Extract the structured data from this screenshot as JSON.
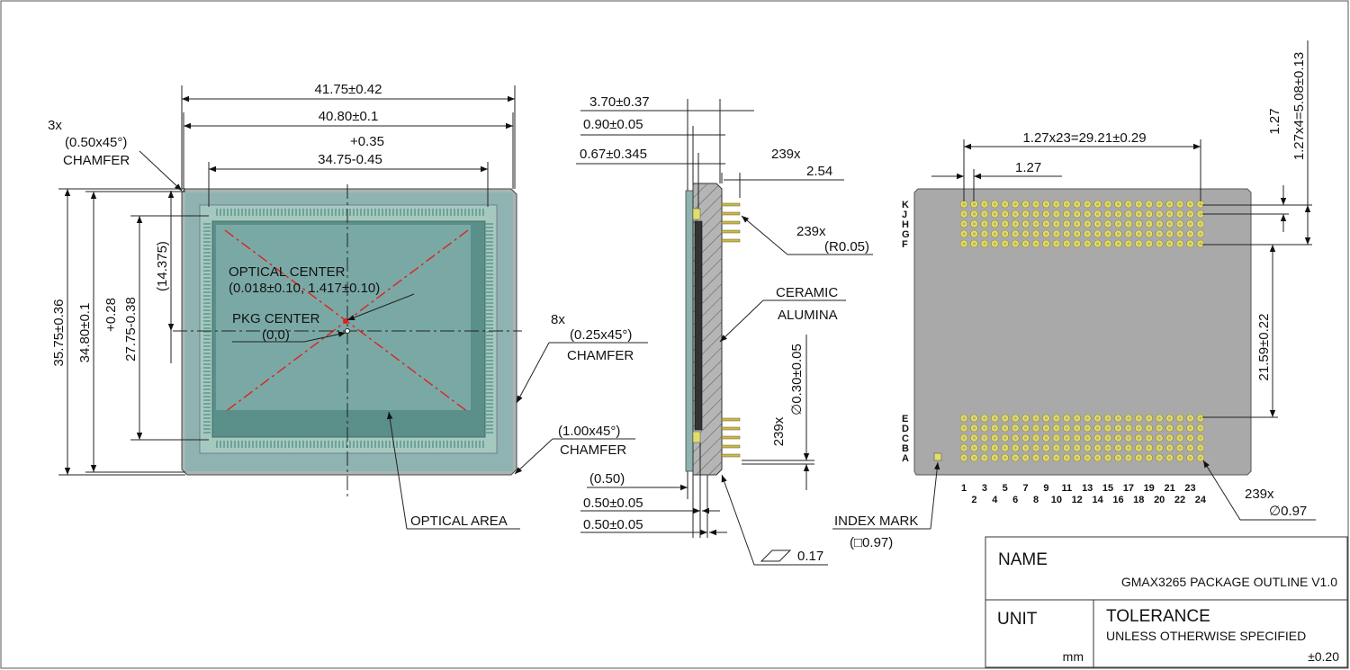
{
  "front_view": {
    "dim_total_width": "41.75±0.42",
    "dim_body_width": "40.80±0.1",
    "dim_inner_width_tol": "+0.35",
    "dim_inner_width": "34.75-0.45",
    "chamfer_corner_count": "3x",
    "chamfer_corner_size": "(0.50x45°)",
    "chamfer_corner_label": "CHAMFER",
    "dim_total_height": "35.75±0.36",
    "dim_body_height": "34.80±0.1",
    "dim_inner_height_tol": "+0.28",
    "dim_inner_height": "27.75-0.38",
    "dim_half_height": "(14.375)",
    "optical_center_label": "OPTICAL CENTER",
    "optical_center_value": "(0.018±0.10, 1.417±0.10)",
    "pkg_center_label": "PKG CENTER",
    "pkg_center_value": "(0,0)",
    "chamfer_edge_count": "8x",
    "chamfer_edge_size": "(0.25x45°)",
    "chamfer_edge_label": "CHAMFER",
    "chamfer_big_size": "(1.00x45°)",
    "chamfer_big_label": "CHAMFER",
    "optical_area_label": "OPTICAL AREA"
  },
  "side_view": {
    "dim_total_thickness": "3.70±0.37",
    "dim_glass": "0.90±0.05",
    "dim_cavity": "0.67±0.345",
    "pin_count": "239x",
    "pin_length": "2.54",
    "pin_radius_count": "239x",
    "pin_radius": "(R0.05)",
    "material_line1": "CERAMIC",
    "material_line2": "ALUMINA",
    "pin_dia_count": "239x",
    "pin_dia": "∅0.30±0.05",
    "dim_ref": "(0.50)",
    "dim_a": "0.50±0.05",
    "dim_b": "0.50±0.05",
    "flatness": "0.17"
  },
  "bottom_view": {
    "dim_pitch_span": "1.27x23=29.21±0.29",
    "dim_pitch": "1.27",
    "dim_row_pitch": "1.27",
    "dim_row_span": "1.27x4=5.08±0.13",
    "dim_group_gap": "21.59±0.22",
    "rows_top": [
      "K",
      "J",
      "H",
      "G",
      "F"
    ],
    "rows_bottom": [
      "E",
      "D",
      "C",
      "B",
      "A"
    ],
    "cols_odd": [
      "1",
      "3",
      "5",
      "7",
      "9",
      "11",
      "13",
      "15",
      "17",
      "19",
      "21",
      "23"
    ],
    "cols_even": [
      "2",
      "4",
      "6",
      "8",
      "10",
      "12",
      "14",
      "16",
      "18",
      "20",
      "22",
      "24"
    ],
    "pad_count": "239x",
    "pad_dia": "∅0.97",
    "index_mark_label": "INDEX MARK",
    "index_mark_size": "(□0.97)"
  },
  "title_block": {
    "name_label": "NAME",
    "name_value": "GMAX3265 PACKAGE OUTLINE V1.0",
    "unit_label": "UNIT",
    "unit_value": "mm",
    "tolerance_label": "TOLERANCE",
    "tolerance_desc": "UNLESS OTHERWISE SPECIFIED",
    "tolerance_value": "±0.20"
  },
  "colors": {
    "package_body": "#a9a9a9",
    "glass": "#7aa7a5",
    "pad": "#e3dd6a",
    "pin": "#c8b94a",
    "optical_diag": "#e02020"
  }
}
